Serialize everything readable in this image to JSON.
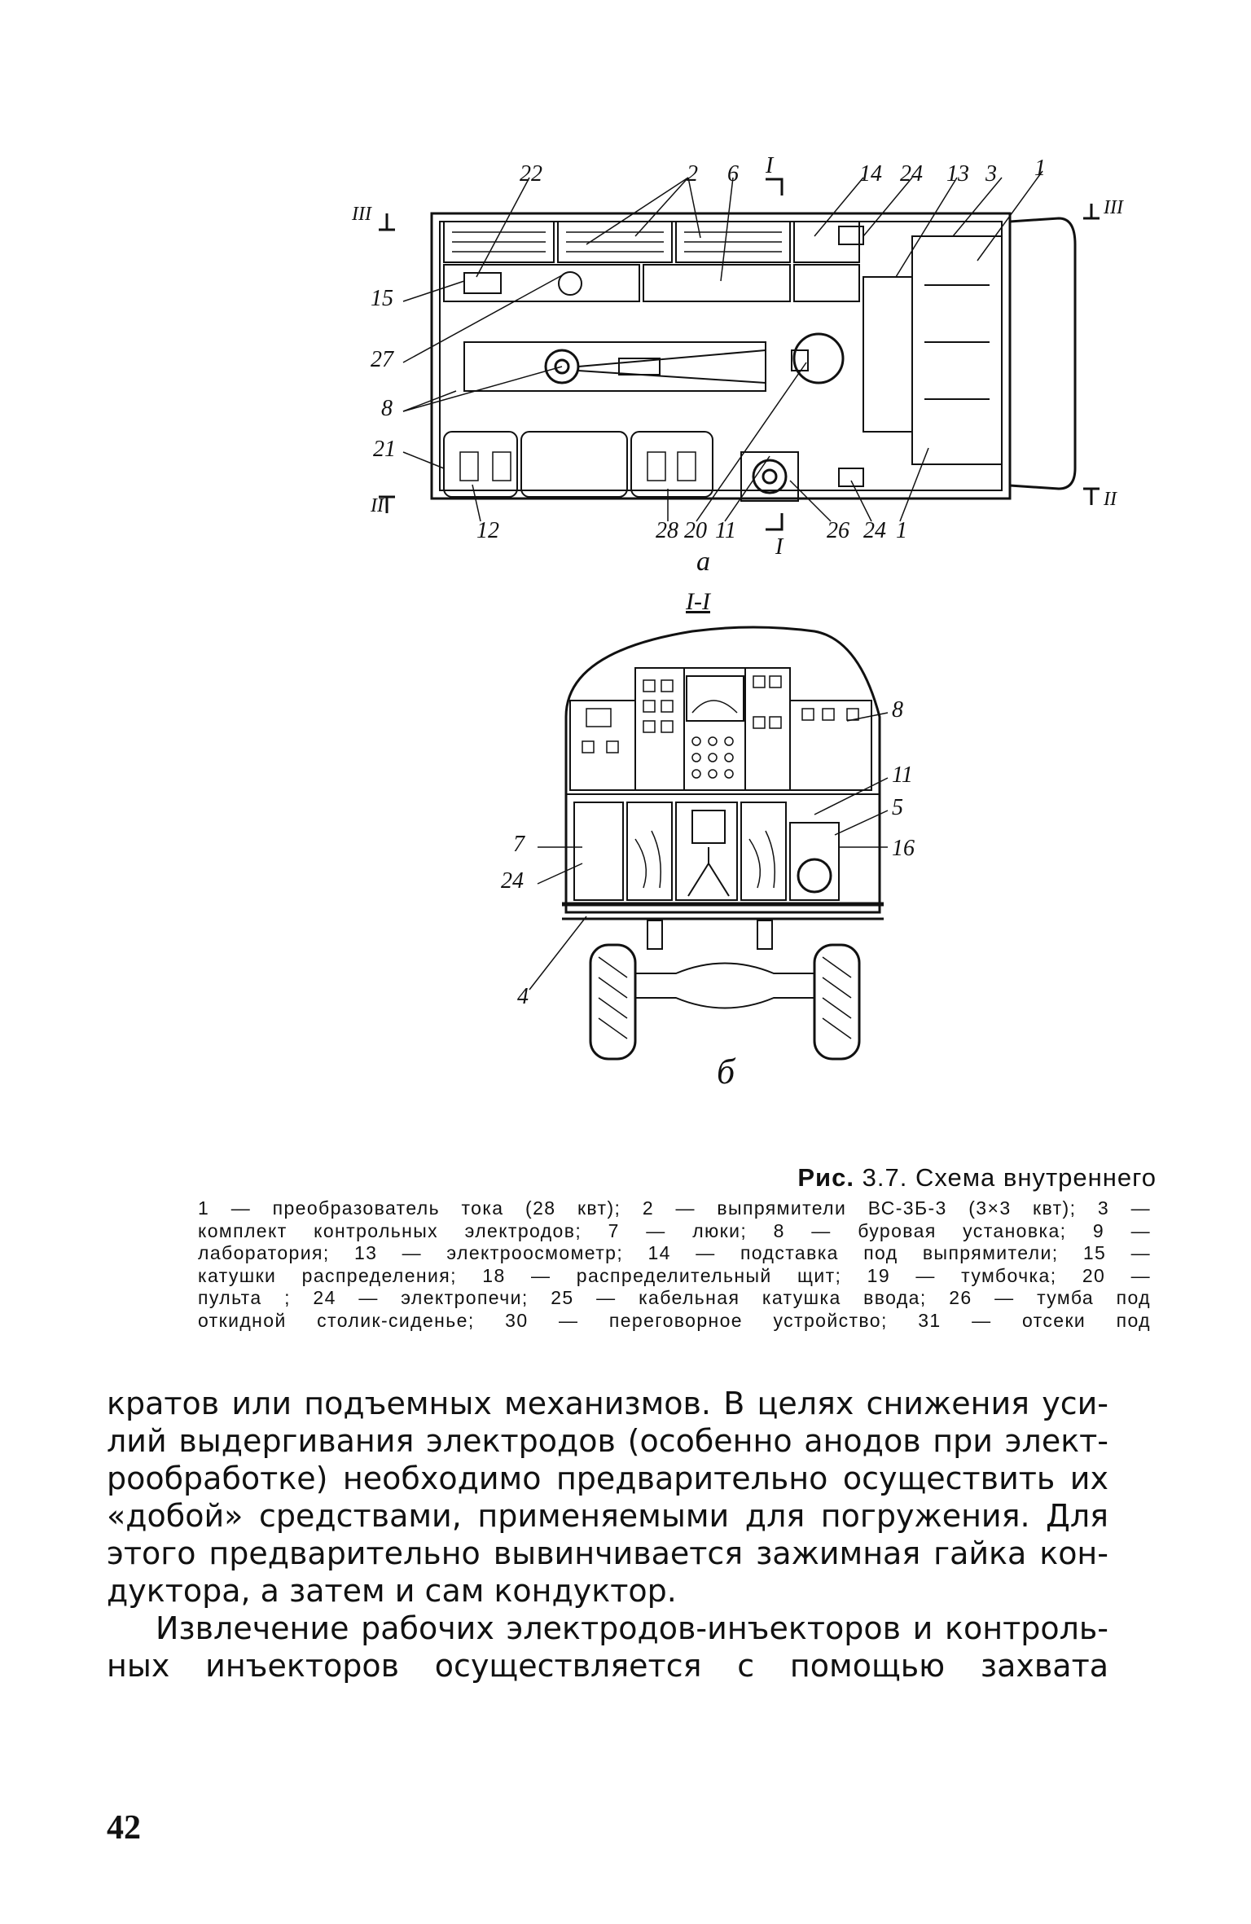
{
  "figure": {
    "view_a_label": "а",
    "view_b_label": "б",
    "section_label": "I-I",
    "section_marks": {
      "top": "III",
      "bottom": "II",
      "cut": "I"
    },
    "callouts_plan": [
      "22",
      "2",
      "6",
      "I",
      "14",
      "24",
      "13",
      "3",
      "1",
      "III",
      "15",
      "27",
      "8",
      "21",
      "II",
      "12",
      "28",
      "20",
      "11",
      "I",
      "26",
      "24",
      "1",
      "II"
    ],
    "callouts_section": [
      "8",
      "11",
      "5",
      "16",
      "7",
      "24",
      "4"
    ]
  },
  "caption": {
    "prefix": "Рис.",
    "number": "3.7.",
    "title": "Схема внутреннего",
    "lines": [
      "1 — преобразователь тока (28 квт); 2 — выпрямители ВС-3Б-3 (3×3 квт); 3 —",
      "комплект контрольных электродов; 7 — люки; 8 — буровая установка; 9 —",
      "лаборатория; 13 — электроосмометр; 14 — подставка под выпрямители; 15 —",
      "катушки распределения; 18 — распределительный щит; 19 — тумбочка; 20 —",
      "пульта ; 24 — электропечи; 25 — кабельная катушка ввода; 26 — тумба под",
      "откидной столик-сиденье; 30 — переговорное устройство; 31 — отсеки под"
    ]
  },
  "body": {
    "lines": [
      "кратов или подъемных механизмов. В целях снижения уси-",
      "лий выдергивания электродов (особенно анодов при элект-",
      "рообработке) необходимо предварительно осуществить их",
      "«добой» средствами, применяемыми для погружения. Для",
      "этого предварительно вывинчивается зажимная гайка кон-",
      "дуктора, а затем и сам кондуктор.",
      "Извлечение рабочих электродов-инъекторов и контроль-",
      "ных инъекторов осуществляется с помощью захвата"
    ]
  },
  "page_number": "42"
}
